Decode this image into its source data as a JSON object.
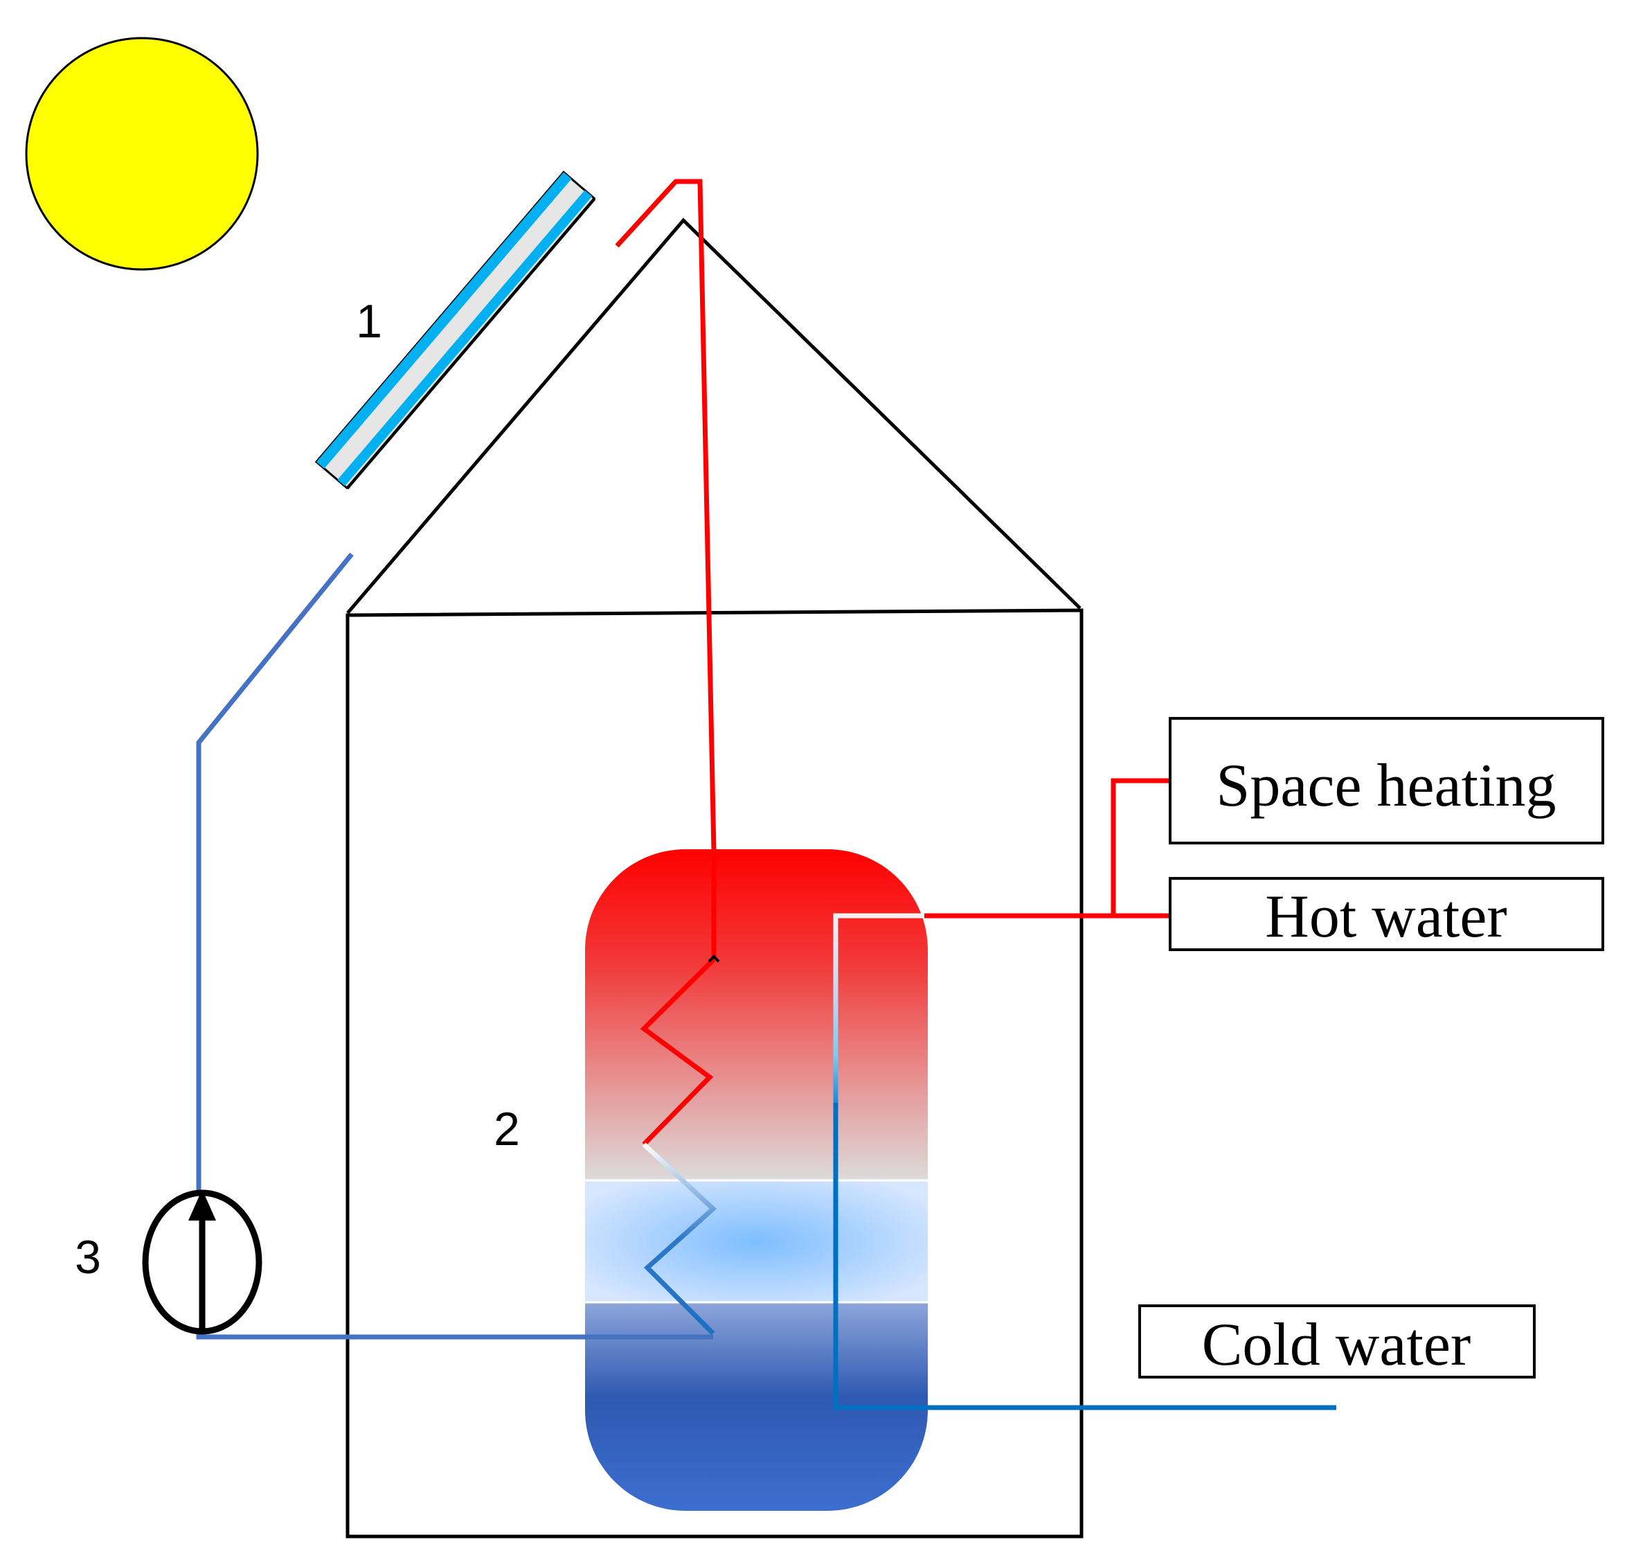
{
  "labels": {
    "collector_number": "1",
    "tank_number": "2",
    "pump_number": "3",
    "space_heating": "Space heating",
    "hot_water": "Hot water",
    "cold_water": "Cold water"
  },
  "colors": {
    "sun": "#FFFF00",
    "hot_pipe": "#FF0000",
    "return_pipe": "#4472C4",
    "cold_pipe": "#0070C0",
    "collector_glass": "#00B0F0",
    "collector_body": "#E6E6E6",
    "outline": "#000000"
  }
}
